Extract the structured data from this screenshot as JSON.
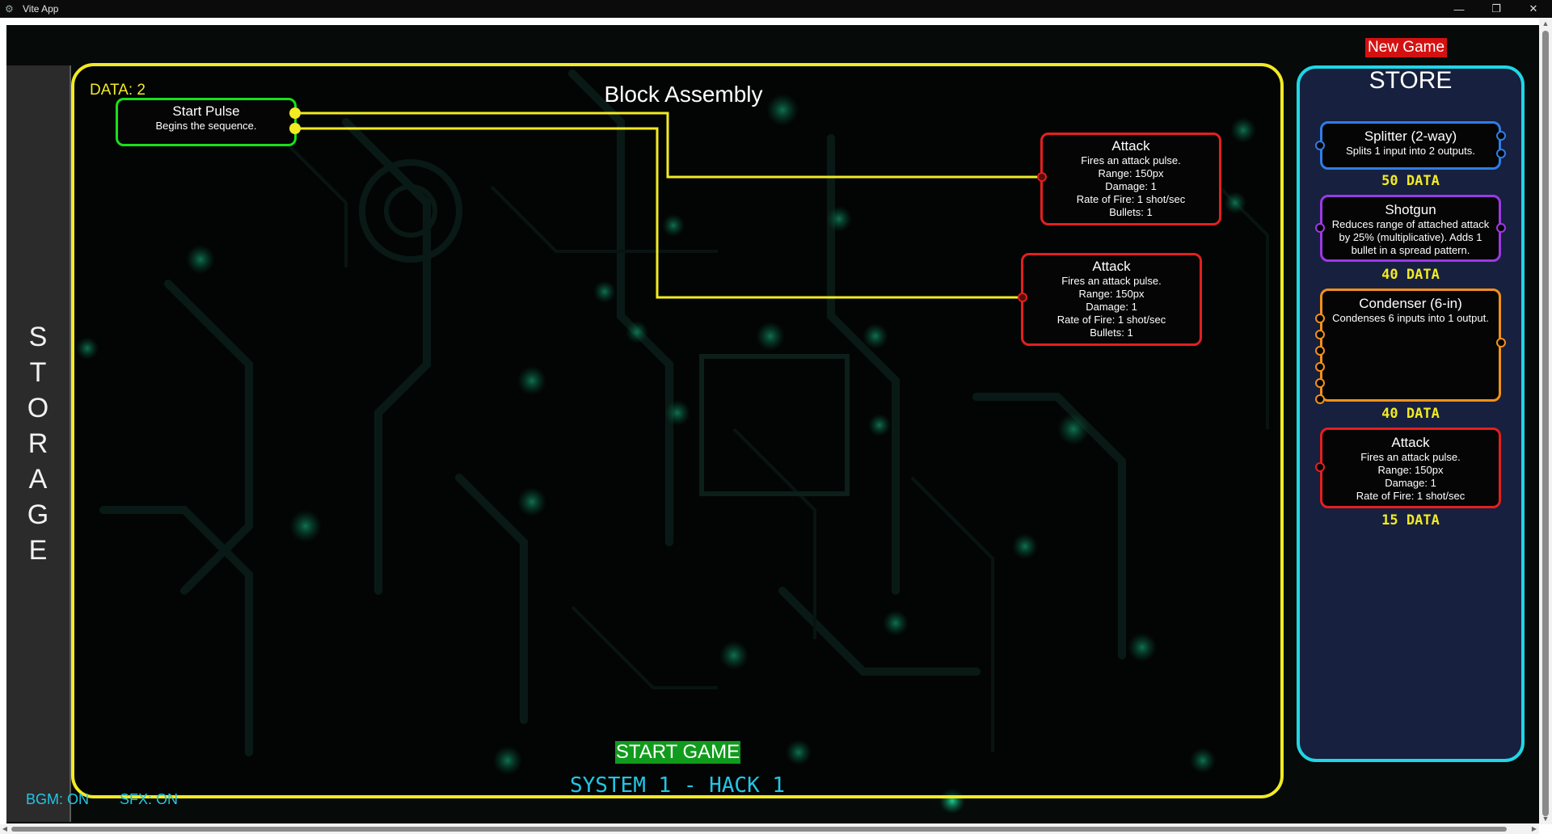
{
  "window": {
    "title": "Vite App",
    "controls": {
      "minimize": "—",
      "restore": "❐",
      "close": "✕"
    }
  },
  "colors": {
    "assembly_border": "#f2ea23",
    "store_border": "#1fd6e6",
    "start_block": "#19e019",
    "attack_block": "#e41f1f",
    "splitter_block": "#2f7de6",
    "shotgun_block": "#9b39e6",
    "condenser_block": "#f2901c"
  },
  "storage": {
    "letters": [
      "S",
      "T",
      "O",
      "R",
      "A",
      "G",
      "E"
    ]
  },
  "assembly": {
    "data_label": "DATA: 2",
    "title": "Block Assembly",
    "blocks": {
      "start_pulse": {
        "name": "Start Pulse",
        "desc": "Begins the sequence."
      },
      "attack_1": {
        "name": "Attack",
        "lines": [
          "Fires an attack pulse.",
          "Range: 150px",
          "Damage: 1",
          "Rate of Fire: 1 shot/sec",
          "Bullets: 1"
        ]
      },
      "attack_2": {
        "name": "Attack",
        "lines": [
          "Fires an attack pulse.",
          "Range: 150px",
          "Damage: 1",
          "Rate of Fire: 1 shot/sec",
          "Bullets: 1"
        ]
      }
    },
    "start_button": "START GAME",
    "level": "SYSTEM 1 - HACK 1"
  },
  "audio": {
    "bgm": "BGM: ON",
    "sfx": "SFX: ON"
  },
  "store": {
    "new_game": "New Game",
    "title": "STORE",
    "items": [
      {
        "name": "Splitter (2-way)",
        "lines": [
          "Splits 1 input into 2 outputs."
        ],
        "price": "50 DATA"
      },
      {
        "name": "Shotgun",
        "lines": [
          "Reduces range of attached attack",
          "by 25% (multiplicative). Adds 1",
          "bullet in a spread pattern."
        ],
        "price": "40 DATA"
      },
      {
        "name": "Condenser (6-in)",
        "lines": [
          "Condenses 6 inputs into 1 output."
        ],
        "price": "40 DATA"
      },
      {
        "name": "Attack",
        "lines": [
          "Fires an attack pulse.",
          "Range: 150px",
          "Damage: 1",
          "Rate of Fire: 1 shot/sec"
        ],
        "price": "15 DATA"
      }
    ]
  }
}
